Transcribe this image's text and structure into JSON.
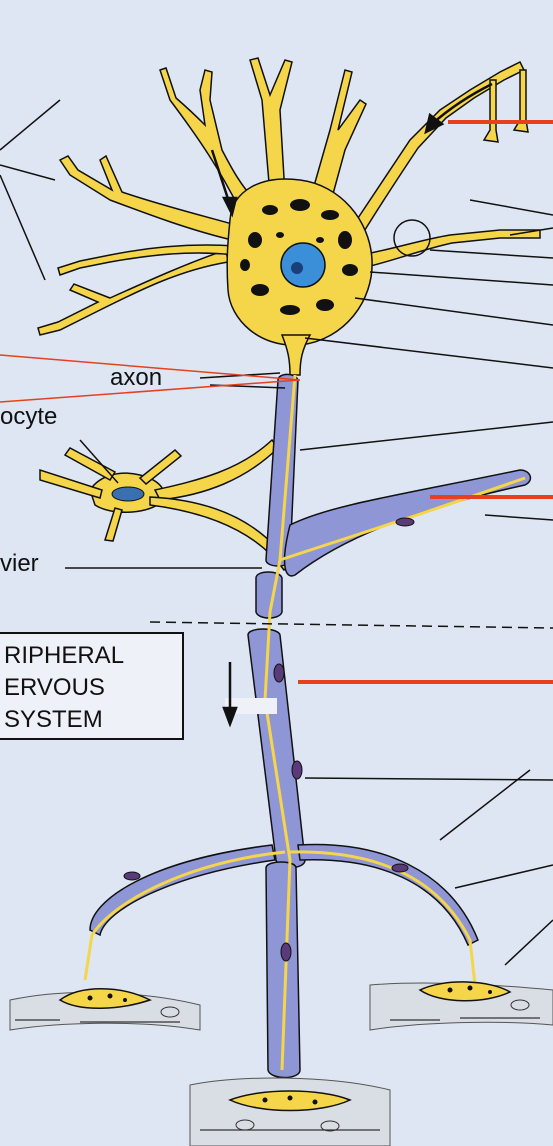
{
  "labels": {
    "axon": "axon",
    "oligodendrocyte_fragment": "ocyte",
    "node_fragment": "vier",
    "pns_line1": "RIPHERAL",
    "pns_line2": "ERVOUS",
    "pns_line3": "SYSTEM"
  },
  "colors": {
    "background": "#dde6f2",
    "neuron_yellow": "#f5d54a",
    "myelin_purple": "#8f96d6",
    "nucleus_blue": "#3a8fd8",
    "pointer_red": "#e8401c",
    "line_black": "#111111"
  }
}
